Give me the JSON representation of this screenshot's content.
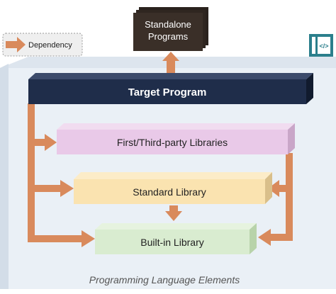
{
  "legend": {
    "label": "Dependency"
  },
  "output_box": {
    "line1": "Standalone",
    "line2": "Programs"
  },
  "blocks": {
    "target": "Target Program",
    "libraries": "First/Third-party Libraries",
    "standard": "Standard Library",
    "builtin": "Built-in Library"
  },
  "caption": "Programming Language Elements",
  "icons": {
    "corner_logo": "code-document-icon"
  },
  "colors": {
    "arrow": "#d98a5c",
    "target": "#1f2d4a",
    "libraries": "#e9c9e8",
    "standard": "#fae3b0",
    "builtin": "#d9ecd0",
    "teal_logo": "#2b7f8c",
    "output_box": "#3a2f28"
  }
}
